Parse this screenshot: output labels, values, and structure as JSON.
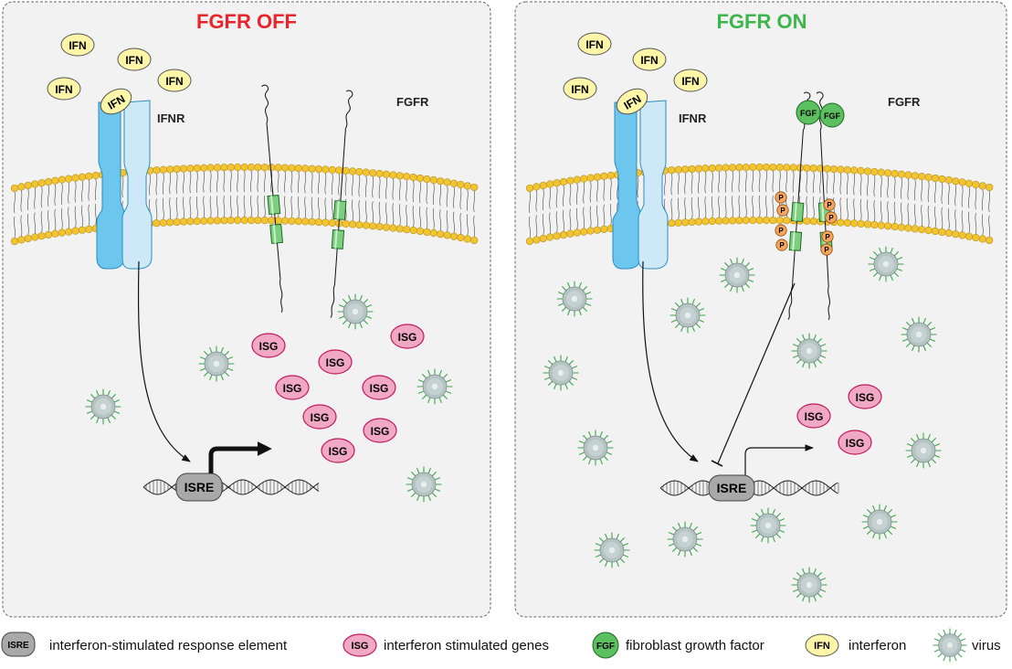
{
  "panels": {
    "off": {
      "title": "FGFR OFF",
      "title_color": "#e8252c"
    },
    "on": {
      "title": "FGFR ON",
      "title_color": "#3cb54a"
    }
  },
  "labels": {
    "ifnr": "IFNR",
    "fgfr": "FGFR",
    "ifn": "IFN",
    "isg": "ISG",
    "isre": "ISRE",
    "fgf": "FGF",
    "p": "P"
  },
  "legend": {
    "isre_badge": "ISRE",
    "isre_text": "interferon-stimulated response element",
    "isg_badge": "ISG",
    "isg_text": "interferon stimulated genes",
    "fgf_badge": "FGF",
    "fgf_text": "fibroblast growth factor",
    "ifn_badge": "IFN",
    "ifn_text": "interferon",
    "virus_text": "virus"
  },
  "colors": {
    "ifn_fill": "#fdf6a8",
    "isg_fill": "#f0a8c4",
    "isg_stroke": "#c2185b",
    "fgf_fill": "#5cbf60",
    "membrane_head": "#f3c431",
    "receptor_dark": "#6cc6ee",
    "receptor_light": "#cde9f7",
    "phospho_fill": "#f5a65b",
    "virus_body": "#b5c3c3",
    "virus_spike": "#3aa84a",
    "isre_fill": "#a9a9a9"
  }
}
